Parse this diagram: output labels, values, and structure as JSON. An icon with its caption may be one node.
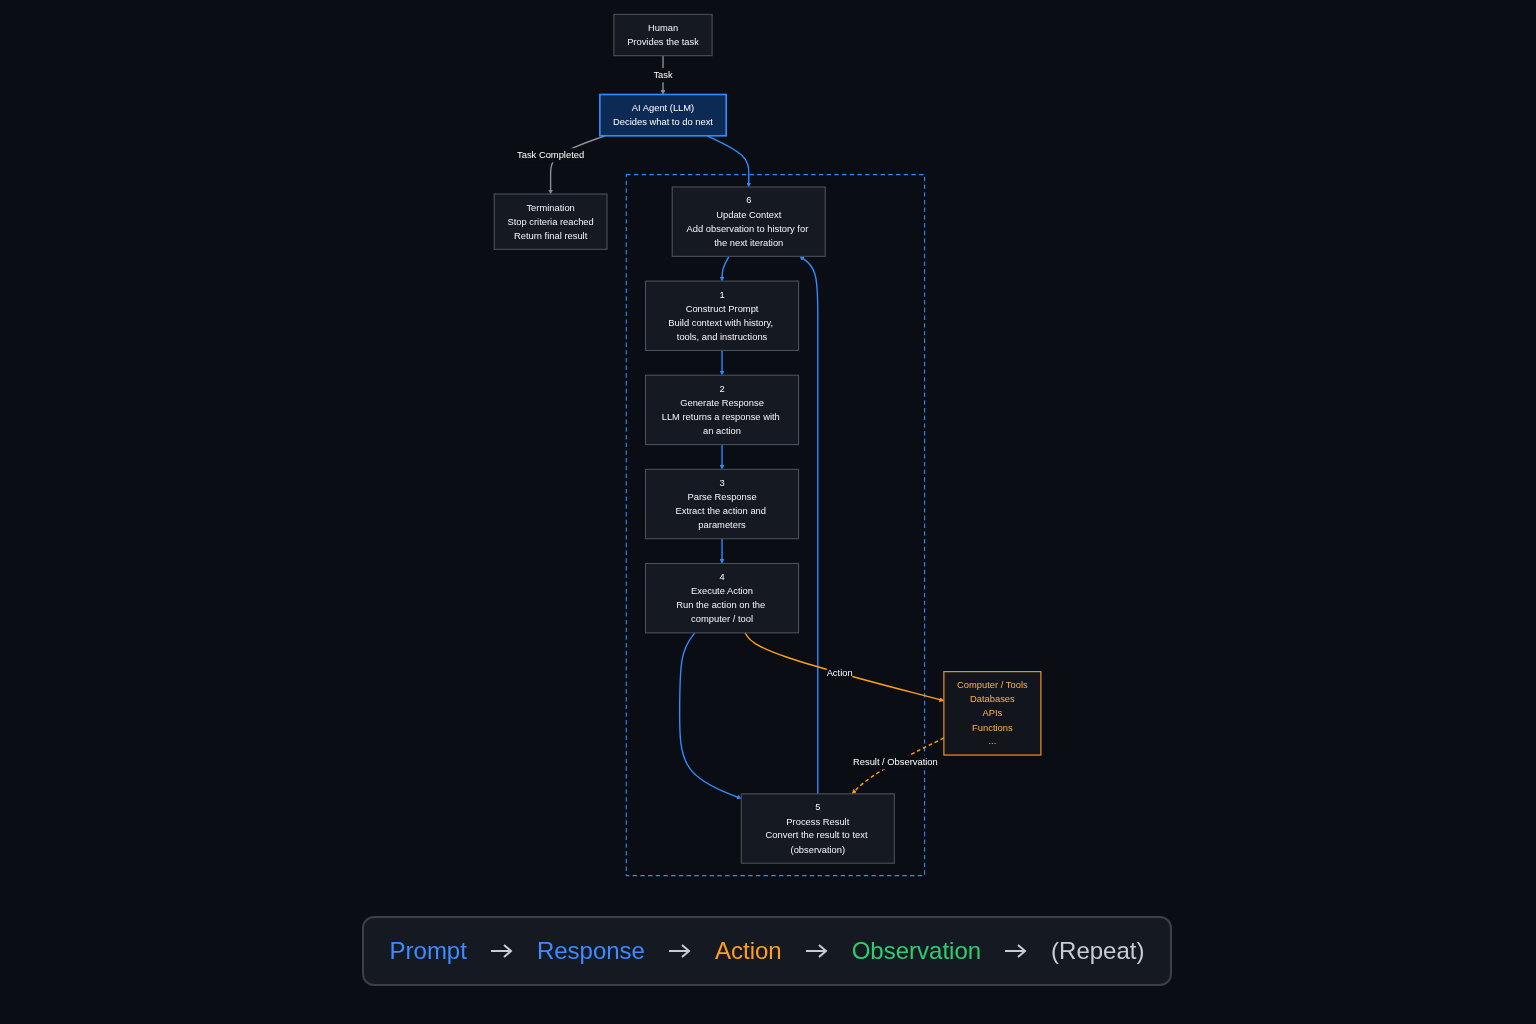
{
  "diagram": {
    "nodes": [
      {
        "text": [
          "Human",
          "Provides the task"
        ]
      },
      {
        "text": [
          "AI Agent (LLM)",
          "Decides what to do next"
        ]
      },
      {
        "text": [
          "Termination",
          "Stop criteria reached",
          "Return final result"
        ]
      },
      {
        "text": [],
        "shape": "box"
      },
      {
        "text": [
          "1",
          "Construct Prompt",
          "Build context with history, tools, and instructions"
        ],
        "in": 3
      },
      {
        "text": [
          "2",
          "Generate Response",
          "LLM returns a response with an action"
        ],
        "in": 3
      },
      {
        "text": [
          "3",
          "Parse Response",
          "Extract the action and parameters"
        ],
        "in": 3
      },
      {
        "text": [
          "4",
          "Execute Action",
          "Run the action on the computer / tool"
        ],
        "in": 3
      },
      {
        "text": [
          "5",
          "Process Result",
          "Convert the result to text (observation)"
        ],
        "in": 3
      },
      {
        "text": [
          "6",
          "Update Context",
          "Add observation to history for the next iteration"
        ],
        "in": 3
      },
      {
        "text": [
          "Computer / Tools",
          "Databases",
          "APIs",
          "Functions",
          "..."
        ]
      }
    ],
    "edges": [
      {
        "from": 0,
        "to": 1,
        "arrow": "to",
        "label": "Task",
        "color": "#8a8f98"
      },
      {
        "from": 1,
        "to": 2,
        "arrow": "to",
        "label": "Task Completed",
        "color": "#8a8f98"
      },
      {
        "from": 1,
        "to": 9,
        "arrow": "to"
      },
      {
        "from": 9,
        "to": 4,
        "arrow": "to"
      },
      {
        "from": 4,
        "to": 5,
        "arrow": "to"
      },
      {
        "from": 5,
        "to": 6,
        "arrow": "to"
      },
      {
        "from": 6,
        "to": 7,
        "arrow": "to"
      },
      {
        "from": 7,
        "to": 8,
        "arrow": "to"
      },
      {
        "from": 8,
        "to": 9,
        "arrow": "to"
      },
      {
        "from": 7,
        "to": 10,
        "arrow": "to",
        "label": "Action",
        "color": "#ff9f1a"
      },
      {
        "from": 10,
        "to": 8,
        "arrow": "to",
        "label": "Result / Observation",
        "style": "dashed",
        "color": "#ff9f1a"
      }
    ],
    "labels": [
      "Prompt",
      "Response",
      "Action",
      "Observation",
      "(Repeat)"
    ]
  }
}
